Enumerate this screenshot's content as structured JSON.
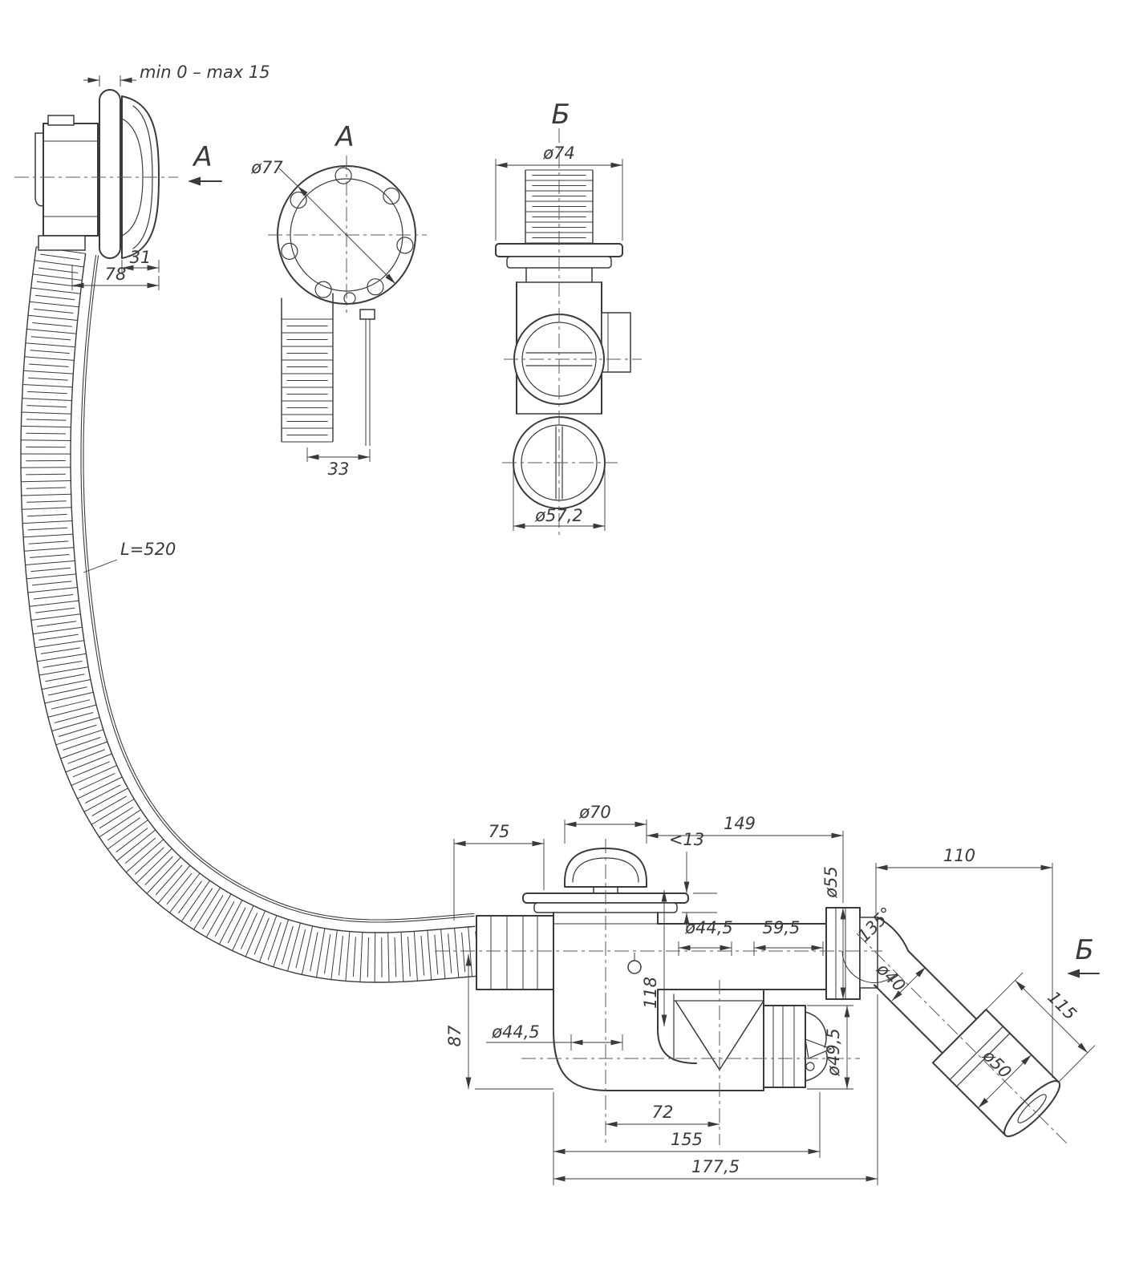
{
  "colors": {
    "ink": "#3a3a3a",
    "background": "#ffffff"
  },
  "overflow_view": {
    "adjust_range_label": "min 0 – max 15",
    "section_arrow_label": "A",
    "cap_depth": "31",
    "overall_depth": "78",
    "hose_length_label": "L=520"
  },
  "view_a": {
    "title": "А",
    "knob_diameter": "ø77",
    "cable_offset": "33"
  },
  "view_b": {
    "title": "Б",
    "flange_diameter": "ø74",
    "outlet_diameter": "ø57,2"
  },
  "drain_view": {
    "cap_diameter": "ø70",
    "span_149": "149",
    "span_75": "75",
    "gap_13": "<13",
    "nut_diameter_55": "ø55",
    "outlet_span_110": "110",
    "pipe_diameter_44_5": "ø44,5",
    "offset_59_5": "59,5",
    "angle_135": "135°",
    "tube_diameter_40": "ø40",
    "coupling_length_115": "115",
    "height_118": "118",
    "height_87": "87",
    "drain_diameter_44_5": "ø44,5",
    "valve_diameter_49_5": "ø49,5",
    "coupling_diameter_50": "ø50",
    "span_72": "72",
    "span_155": "155",
    "span_177_5": "177,5",
    "section_arrow_label": "Б"
  }
}
